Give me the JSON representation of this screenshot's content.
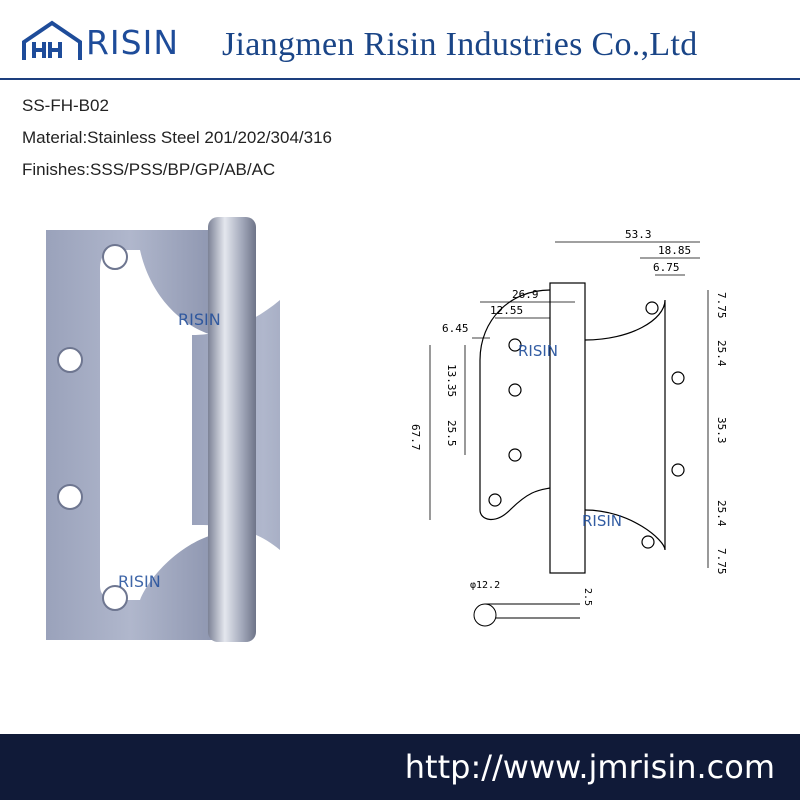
{
  "header": {
    "logo_text": "RISIN",
    "company_name": "Jiangmen Risin Industries Co.,Ltd"
  },
  "specs": {
    "model": "SS-FH-B02",
    "material": "Material:Stainless Steel 201/202/304/316",
    "finishes": "Finishes:SSS/PSS/BP/GP/AB/AC"
  },
  "watermark": {
    "text": "RISIN"
  },
  "drawing": {
    "dims": {
      "width_total": "53.3",
      "d1885": "18.85",
      "d675": "6.75",
      "d269": "26.9",
      "d1255": "12.55",
      "d645": "6.45",
      "d1335": "13.35",
      "d255": "25.5",
      "d677": "67.7",
      "d775_top": "7.75",
      "d254_top": "25.4",
      "d353": "35.3",
      "d254_bot": "25.4",
      "d775_bot": "7.75",
      "knuckle": "φ12.2",
      "thickness": "2.5"
    }
  },
  "footer": {
    "url": "http://www.jmrisin.com"
  },
  "colors": {
    "brand_blue": "#1a4587",
    "footer_bg": "#101a38",
    "steel": "#a6adc3"
  }
}
